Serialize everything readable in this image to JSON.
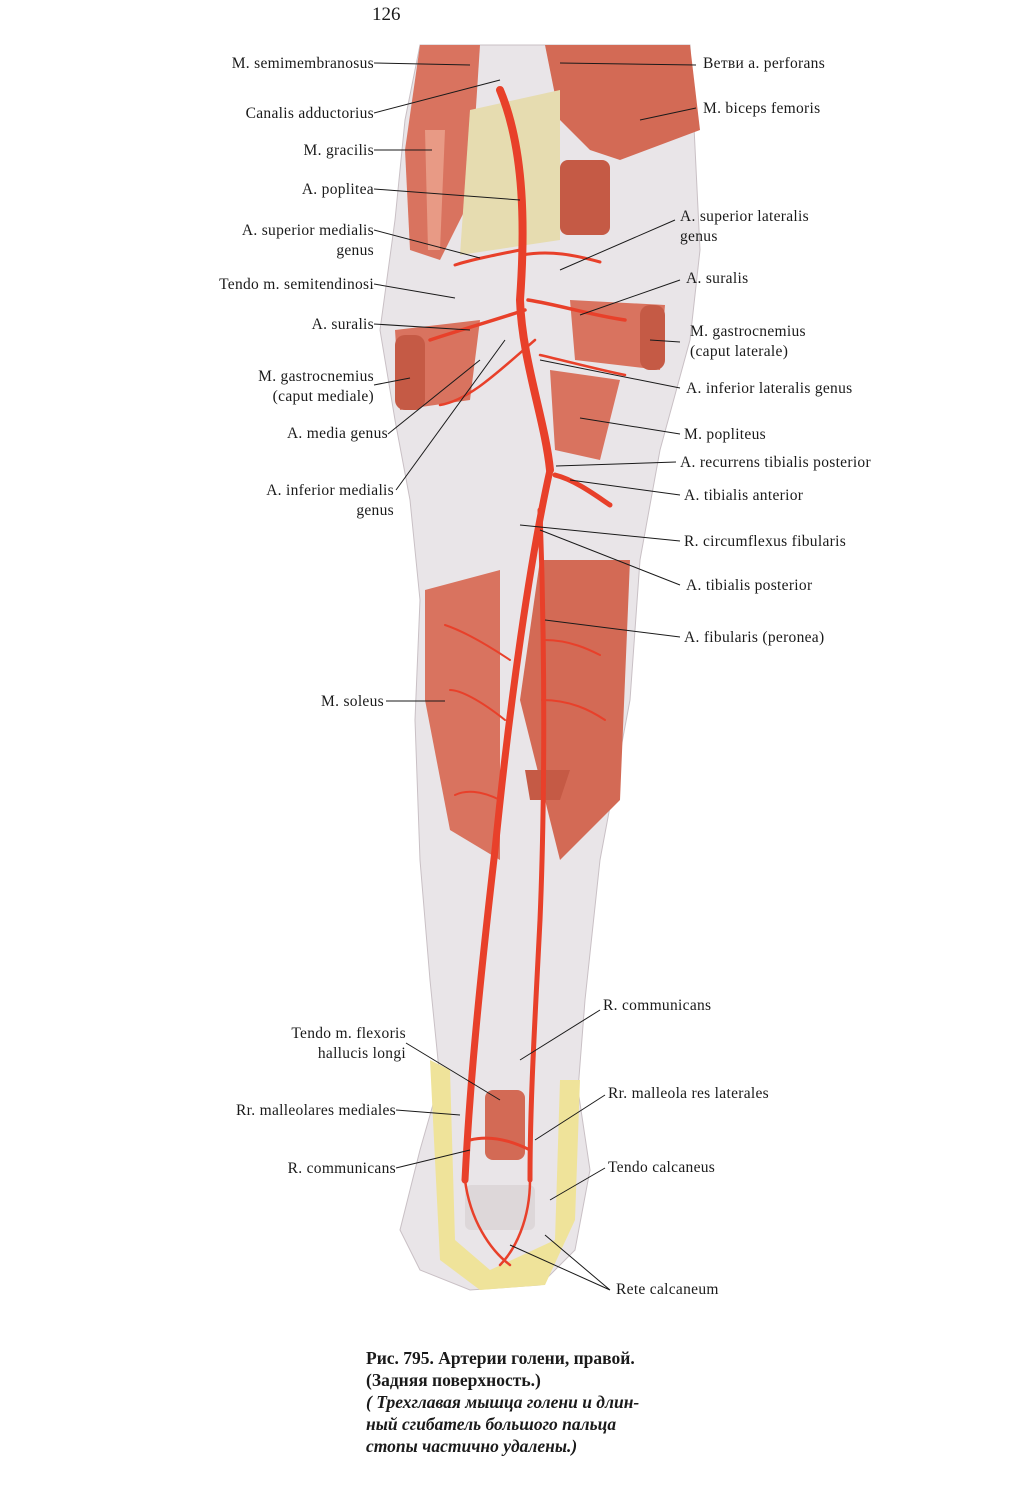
{
  "page_number": "126",
  "labels_left": [
    {
      "id": "semimembranosus",
      "lines": [
        "M. semimembranosus"
      ]
    },
    {
      "id": "canalis",
      "lines": [
        "Canalis adductorius"
      ]
    },
    {
      "id": "gracilis",
      "lines": [
        "M. gracilis"
      ]
    },
    {
      "id": "poplitea",
      "lines": [
        "A. poplitea"
      ]
    },
    {
      "id": "sup-med-genus",
      "lines": [
        "A. superior medialis",
        "genus"
      ]
    },
    {
      "id": "semitendinosi",
      "lines": [
        "Tendo m. semitendinosi"
      ]
    },
    {
      "id": "suralis-left",
      "lines": [
        "A. suralis"
      ]
    },
    {
      "id": "gastro-med",
      "lines": [
        "M. gastrocnemius",
        "(caput mediale)"
      ]
    },
    {
      "id": "media-genus",
      "lines": [
        "A. media genus"
      ]
    },
    {
      "id": "inf-med-genus",
      "lines": [
        "A. inferior  medialis",
        "genus"
      ]
    },
    {
      "id": "soleus",
      "lines": [
        "M. soleus"
      ]
    },
    {
      "id": "flexoris",
      "lines": [
        "Tendo m. flexoris",
        "hallucis longi"
      ]
    },
    {
      "id": "malleol-med",
      "lines": [
        "Rr. malleolares mediales"
      ]
    },
    {
      "id": "communicans-left",
      "lines": [
        "R. communicans"
      ]
    }
  ],
  "labels_right": [
    {
      "id": "perforans",
      "lines": [
        "Ветви a. perforans"
      ]
    },
    {
      "id": "biceps",
      "lines": [
        "M. biceps femoris"
      ]
    },
    {
      "id": "sup-lat-genus",
      "lines": [
        "A. superior lateralis",
        "genus"
      ]
    },
    {
      "id": "suralis-right",
      "lines": [
        "A. suralis"
      ]
    },
    {
      "id": "gastro-lat",
      "lines": [
        "M. gastrocnemius",
        "(caput laterale)"
      ]
    },
    {
      "id": "inf-lat-genus",
      "lines": [
        "A. inferior lateralis genus"
      ]
    },
    {
      "id": "popliteus",
      "lines": [
        "M. popliteus"
      ]
    },
    {
      "id": "recurrens",
      "lines": [
        "A. recurrens tibialis posterior"
      ]
    },
    {
      "id": "tib-ant",
      "lines": [
        "A. tibialis anterior"
      ]
    },
    {
      "id": "circumflexus",
      "lines": [
        "R. circumflexus fibularis"
      ]
    },
    {
      "id": "tib-post",
      "lines": [
        "A. tibialis posterior"
      ]
    },
    {
      "id": "fibularis",
      "lines": [
        "A. fibularis (peronea)"
      ]
    },
    {
      "id": "communicans-right",
      "lines": [
        "R.  communicans"
      ]
    },
    {
      "id": "malleol-lat",
      "lines": [
        "Rr. malleola res laterales"
      ]
    },
    {
      "id": "calcaneus",
      "lines": [
        "Tendo calcaneus"
      ]
    },
    {
      "id": "rete",
      "lines": [
        "Rete calcaneum"
      ]
    }
  ],
  "caption": {
    "line1": "Рис. 795. Артерии голени, правой.",
    "line2": "(Задняя поверхность.)",
    "line3": "( Трехглавая мышца голени и длин-",
    "line4": "ный сгибатель большого пальца",
    "line5": "стопы частично удалены.)"
  },
  "colors": {
    "artery": "#e8402a",
    "muscle": "#d9735f",
    "muscle_dark": "#b8503f",
    "fascia": "#e8e4e6",
    "fat": "#efe39a",
    "bone": "#e6dcb0"
  }
}
